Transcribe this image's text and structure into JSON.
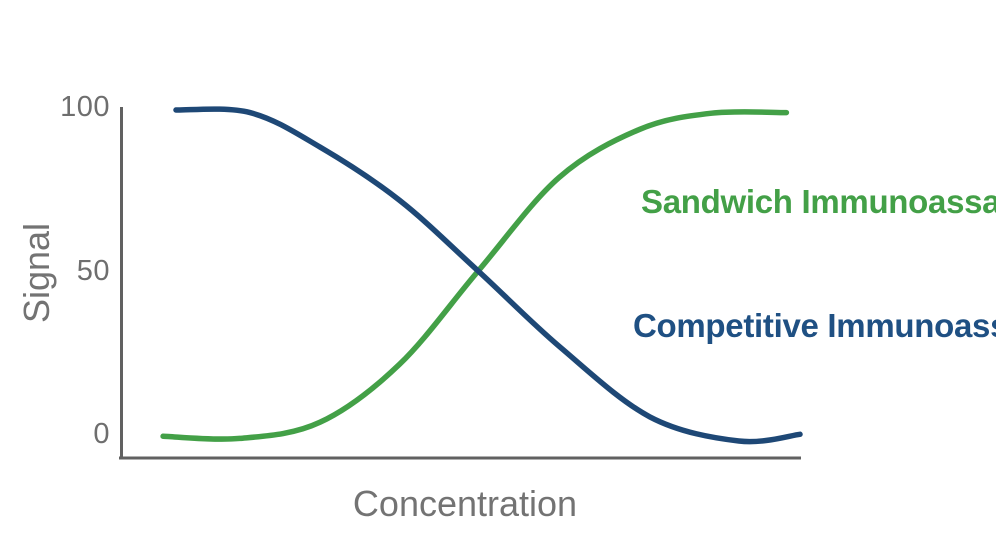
{
  "chart_data": {
    "type": "line",
    "title": "",
    "xlabel": "Concentration",
    "ylabel": "Signal",
    "xlim": [
      0,
      100
    ],
    "ylim": [
      0,
      100
    ],
    "yticks": [
      "100",
      "50",
      "0"
    ],
    "xticks": [],
    "grid": false,
    "legend_position": "inline-right",
    "axis_color": "#616161",
    "tick_label_color": "#6e6e6e",
    "axis_title_color": "#737373",
    "series": [
      {
        "name": "Sandwich Immunoassay",
        "color": "#43A047",
        "label_color": "#43A047",
        "description": "signal increases with concentration (sigmoid)",
        "points": [
          [
            6.2,
            -1.3
          ],
          [
            17.5,
            -2.0
          ],
          [
            29.3,
            3.0
          ],
          [
            41.0,
            21.0
          ],
          [
            52.6,
            50.0
          ],
          [
            64.5,
            79.0
          ],
          [
            76.4,
            94.0
          ],
          [
            87.0,
            99.0
          ],
          [
            98.0,
            99.2
          ]
        ]
      },
      {
        "name": "Competitive Immunoassay",
        "color": "#1E4876",
        "label_color": "#1F5083",
        "description": "signal decreases with concentration (inverse sigmoid)",
        "points": [
          [
            8.1,
            100.0
          ],
          [
            19.0,
            99.2
          ],
          [
            29.3,
            88.5
          ],
          [
            41.0,
            72.0
          ],
          [
            52.6,
            50.0
          ],
          [
            64.6,
            26.5
          ],
          [
            77.9,
            4.7
          ],
          [
            91.0,
            -2.8
          ],
          [
            100.0,
            -0.7
          ]
        ]
      }
    ]
  }
}
